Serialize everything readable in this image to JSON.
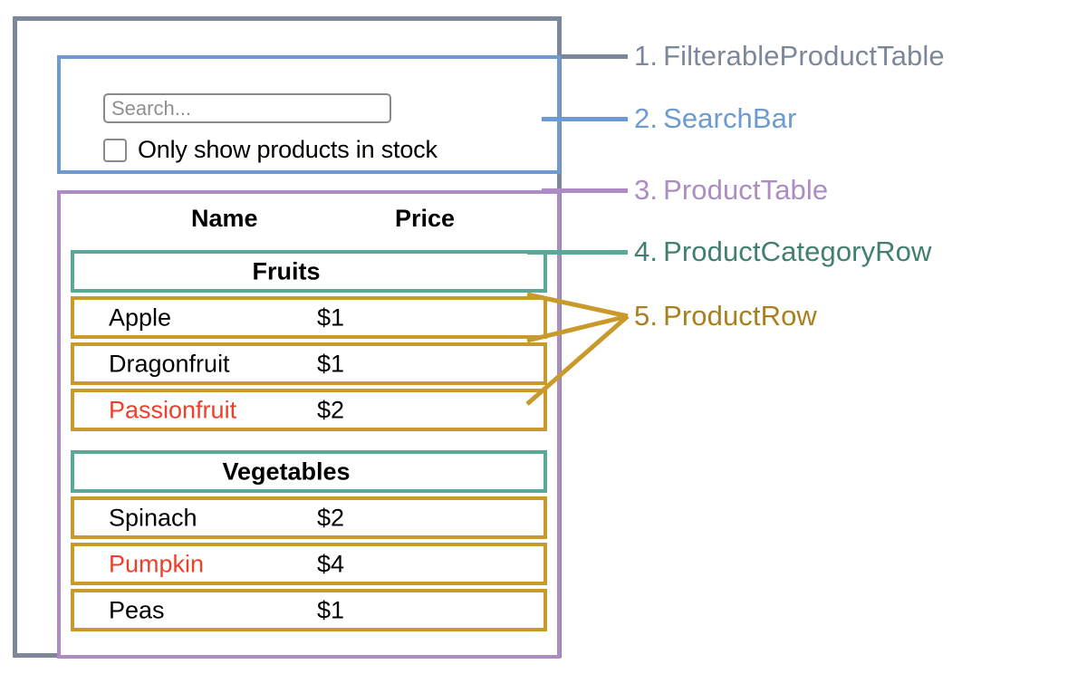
{
  "colors": {
    "filterable_product_table": "#7d879c",
    "search_bar": "#6d9bd1",
    "product_table": "#ad8cc4",
    "product_category_row": "#5aa898",
    "product_row": "#c89a2b",
    "out_of_stock_text": "#ef3f29",
    "text": "#000000",
    "placeholder": "#8f8f8f"
  },
  "search_bar": {
    "input_value": "",
    "input_placeholder": "Search...",
    "checkbox_checked": false,
    "checkbox_label": "Only show products in stock"
  },
  "product_table": {
    "headers": {
      "name": "Name",
      "price": "Price"
    },
    "sections": [
      {
        "category": "Fruits",
        "rows": [
          {
            "name": "Apple",
            "price": "$1",
            "in_stock": true
          },
          {
            "name": "Dragonfruit",
            "price": "$1",
            "in_stock": true
          },
          {
            "name": "Passionfruit",
            "price": "$2",
            "in_stock": false
          }
        ]
      },
      {
        "category": "Vegetables",
        "rows": [
          {
            "name": "Spinach",
            "price": "$2",
            "in_stock": true
          },
          {
            "name": "Pumpkin",
            "price": "$4",
            "in_stock": false
          },
          {
            "name": "Peas",
            "price": "$1",
            "in_stock": true
          }
        ]
      }
    ]
  },
  "legend": [
    {
      "number": "1.",
      "label": "FilterableProductTable",
      "color": "#7d879c"
    },
    {
      "number": "2.",
      "label": "SearchBar",
      "color": "#6d9bd1"
    },
    {
      "number": "3.",
      "label": "ProductTable",
      "color": "#ad8cc4"
    },
    {
      "number": "4.",
      "label": "ProductCategoryRow",
      "color": "#5aa898"
    },
    {
      "number": "5.",
      "label": "ProductRow",
      "color": "#c89a2b"
    }
  ]
}
